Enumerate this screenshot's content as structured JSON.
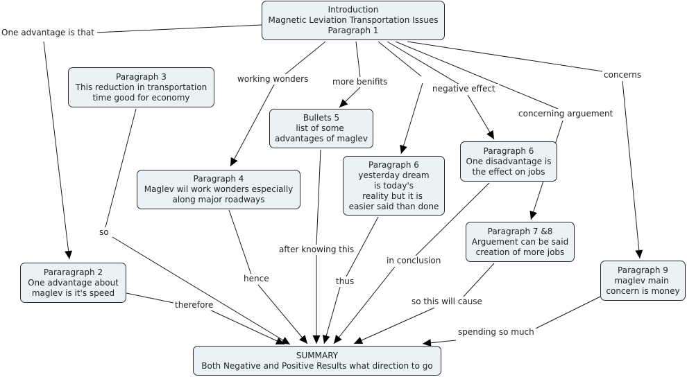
{
  "diagram": {
    "type": "concept-map",
    "nodes": [
      {
        "id": "intro",
        "lines": [
          "Introduction",
          "Magnetic Leviation Transportation Issues",
          "Paragraph 1"
        ]
      },
      {
        "id": "p3",
        "lines": [
          "Paragraph 3",
          "This reduction in transportation",
          "time good for economy"
        ]
      },
      {
        "id": "b5",
        "lines": [
          "Bullets 5",
          "list of some ",
          "advantages of maglev"
        ]
      },
      {
        "id": "p4",
        "lines": [
          "Paragraph 4",
          "Maglev wil work wonders especially",
          "along major roadways"
        ]
      },
      {
        "id": "p6a",
        "lines": [
          "Paragraph 6",
          "yesterday dream",
          "is today's",
          "reality but it is ",
          "easier said than done"
        ]
      },
      {
        "id": "p6b",
        "lines": [
          "Paragraph 6",
          "One disadvantage is",
          "the effect on jobs"
        ]
      },
      {
        "id": "p78",
        "lines": [
          "Paragraph 7 &8",
          "Arguement can be said",
          "creation of more jobs"
        ]
      },
      {
        "id": "p9",
        "lines": [
          "Paragraph 9",
          "maglev main ",
          "concern is money"
        ]
      },
      {
        "id": "p2",
        "lines": [
          "Pararagraph 2",
          "One advantage about",
          "maglev is it's speed"
        ]
      },
      {
        "id": "summary",
        "lines": [
          "SUMMARY",
          "Both Negative and Positive Results what direction to go"
        ]
      }
    ],
    "links": [
      {
        "id": "l1",
        "text": "One advantage is that",
        "from": "intro",
        "to": "p2"
      },
      {
        "id": "l2",
        "text": "working wonders",
        "from": "intro",
        "to": "p4"
      },
      {
        "id": "l3",
        "text": "more benifits",
        "from": "intro",
        "to": "b5"
      },
      {
        "id": "l4",
        "text": "",
        "from": "intro",
        "to": "p6a"
      },
      {
        "id": "l5",
        "text": "negative effect",
        "from": "intro",
        "to": "p6b"
      },
      {
        "id": "l6",
        "text": "concerning arguement",
        "from": "intro",
        "to": "p78"
      },
      {
        "id": "l7",
        "text": "concerns",
        "from": "intro",
        "to": "p9"
      },
      {
        "id": "l8",
        "text": "so",
        "from": "p3",
        "to": "summary"
      },
      {
        "id": "l9",
        "text": "therefore",
        "from": "p2",
        "to": "summary"
      },
      {
        "id": "l10",
        "text": "hence",
        "from": "p4",
        "to": "summary"
      },
      {
        "id": "l11",
        "text": "after knowing this",
        "from": "b5",
        "to": "summary"
      },
      {
        "id": "l12",
        "text": "thus",
        "from": "p6a",
        "to": "summary"
      },
      {
        "id": "l13",
        "text": "in conclusion",
        "from": "p6b",
        "to": "summary"
      },
      {
        "id": "l14",
        "text": "so this will cause",
        "from": "p78",
        "to": "summary"
      },
      {
        "id": "l15",
        "text": "spending so much",
        "from": "p9",
        "to": "summary"
      }
    ]
  }
}
